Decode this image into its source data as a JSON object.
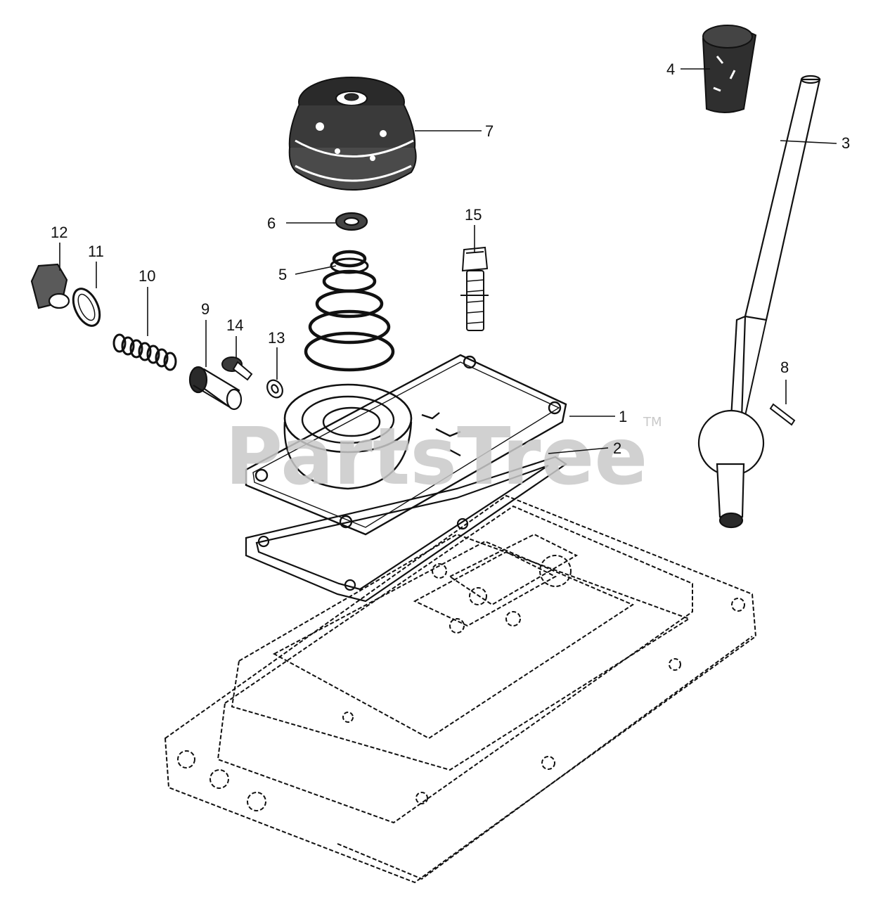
{
  "watermark": {
    "brand": "PartsTree",
    "trademark": "TM"
  },
  "parts": [
    {
      "label": "1",
      "name": "Cover plate"
    },
    {
      "label": "2",
      "name": "Gasket"
    },
    {
      "label": "3",
      "name": "Shift lever"
    },
    {
      "label": "4",
      "name": "Knob"
    },
    {
      "label": "5",
      "name": "Spring"
    },
    {
      "label": "6",
      "name": "Washer"
    },
    {
      "label": "7",
      "name": "Rubber boot"
    },
    {
      "label": "8",
      "name": "Pin"
    },
    {
      "label": "9",
      "name": "Plunger"
    },
    {
      "label": "10",
      "name": "Spring"
    },
    {
      "label": "11",
      "name": "Washer"
    },
    {
      "label": "12",
      "name": "Plug"
    },
    {
      "label": "13",
      "name": "Washer"
    },
    {
      "label": "14",
      "name": "Bolt"
    },
    {
      "label": "15",
      "name": "Bolt"
    }
  ]
}
